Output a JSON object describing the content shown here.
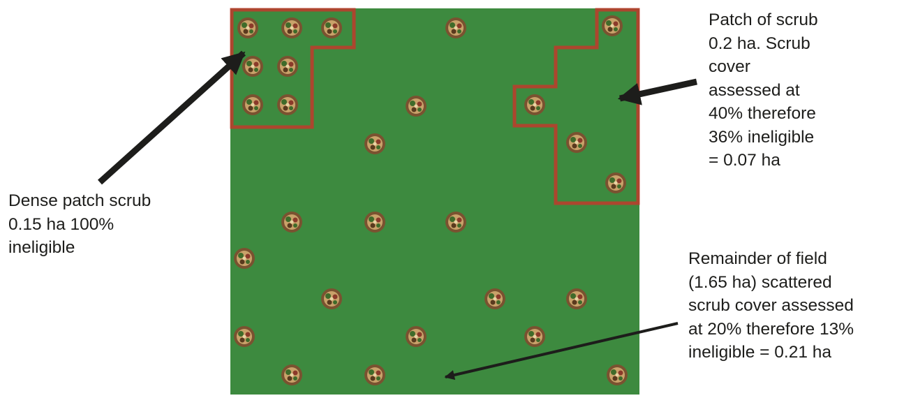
{
  "annotations": {
    "dense_patch": [
      "Dense patch scrub",
      "0.15 ha 100%",
      "ineligible"
    ],
    "scrub_patch": [
      "Patch of scrub",
      "0.2 ha. Scrub",
      "cover",
      "assessed at",
      "40% therefore",
      "36% ineligible",
      "= 0.07 ha"
    ],
    "remainder": [
      "Remainder of field",
      "(1.65 ha) scattered",
      "scrub cover assessed",
      "at 20% therefore 13%",
      "ineligible = 0.21 ha"
    ]
  },
  "colors": {
    "field": "#3d8a3f",
    "boundary": "#c0392b",
    "bush_outer": "#7a5230",
    "bush_inner": "#c9a26a",
    "bush_leaf": "#3f6b2a",
    "arrow": "#1d1d1b",
    "text": "#1d1d1b"
  },
  "icons": {
    "bush": "scrub-bush-icon"
  }
}
